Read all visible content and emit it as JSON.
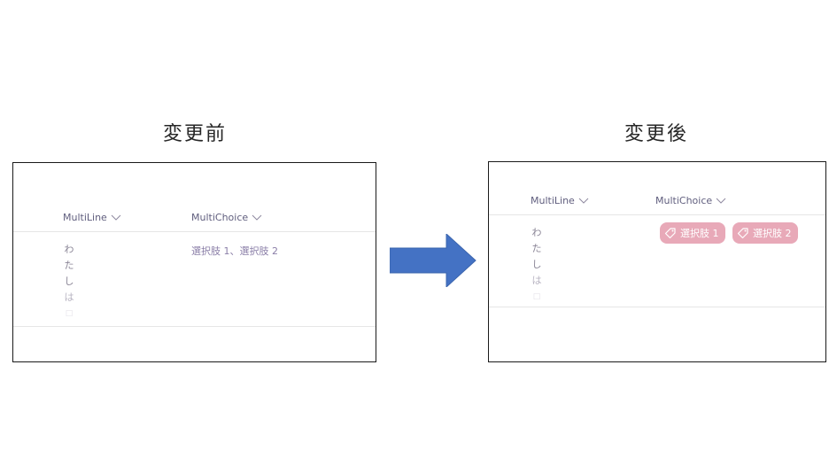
{
  "before": {
    "title": "変更前",
    "columns": {
      "multiline": "MultiLine",
      "multichoice": "MultiChoice"
    },
    "row": {
      "multiline_chars": [
        "わ",
        "た",
        "し",
        "は",
        "□"
      ],
      "multichoice_text": "選択肢 1、選択肢 2"
    }
  },
  "after": {
    "title": "変更後",
    "columns": {
      "multiline": "MultiLine",
      "multichoice": "MultiChoice"
    },
    "row": {
      "multiline_chars": [
        "わ",
        "た",
        "し",
        "は",
        "□"
      ],
      "choices": [
        "選択肢 1",
        "選択肢 2"
      ]
    }
  },
  "arrow_icon": "right-arrow-icon",
  "colors": {
    "arrow": "#4472c4",
    "pill": "#e8a9b8",
    "header_text": "#605e7e",
    "choice_text": "#8b7fa8"
  }
}
